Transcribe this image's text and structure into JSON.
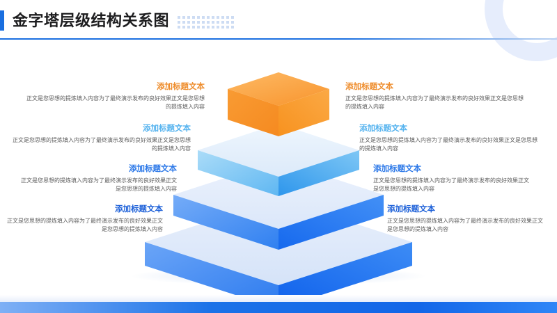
{
  "header": {
    "title": "金字塔层级结构关系图",
    "accent_color": "#1a6fe0",
    "dot_color": "#cddcf3"
  },
  "palette": {
    "level1_title": "#ee8c2b",
    "level2_title": "#55b3ef",
    "level3_title": "#2a77e8",
    "level4_title": "#1b5fd8",
    "body_text": "#5c5c5c",
    "orange_top": "#fbaf55",
    "orange_left": "#f79227",
    "orange_right": "#f9a13b",
    "slab1_top": "#eaf3fd",
    "slab1_left": "#84cbf4",
    "slab1_right": "#49a7ee",
    "slab2_top": "#e3ecfa",
    "slab2_left": "#3f87ee",
    "slab2_right": "#1e6fe8",
    "slab3_top": "#dde8f9",
    "slab3_left": "#3b86f2",
    "slab3_right": "#1366ec"
  },
  "levels": [
    {
      "id": "level-1",
      "left": {
        "title": "添加标题文本",
        "body": "正文是您思想的提炼填入内容为了最终演示发布的良好效果正文是您思想的提炼填入内容"
      },
      "right": {
        "title": "添加标题文本",
        "body": "正文是您思想的提炼填入内容为了最终演示发布的良好效果正文是您思想的提炼填入内容"
      }
    },
    {
      "id": "level-2",
      "left": {
        "title": "添加标题文本",
        "body": "正文是您思想的提炼填入内容为了最终演示发布的良好效果正文是您思想的提炼填入内容"
      },
      "right": {
        "title": "添加标题文本",
        "body": "正文是您思想的提炼填入内容为了最终演示发布的良好效果正文是您思想的提炼填入内容"
      }
    },
    {
      "id": "level-3",
      "left": {
        "title": "添加标题文本",
        "body": "正文是您思想的提炼填入内容为了最终演示发布的良好效果正文是您思想的提炼填入内容"
      },
      "right": {
        "title": "添加标题文本",
        "body": "正文是您思想的提炼填入内容为了最终演示发布的良好效果正文是您思想的提炼填入内容"
      }
    },
    {
      "id": "level-4",
      "left": {
        "title": "添加标题文本",
        "body": "正文是您思想的提炼填入内容为了最终演示发布的良好效果正文是您思想的提炼填入内容"
      },
      "right": {
        "title": "添加标题文本",
        "body": "正文是您思想的提炼填入内容为了最终演示发布的良好效果正文是您思想的提炼填入内容"
      }
    }
  ]
}
